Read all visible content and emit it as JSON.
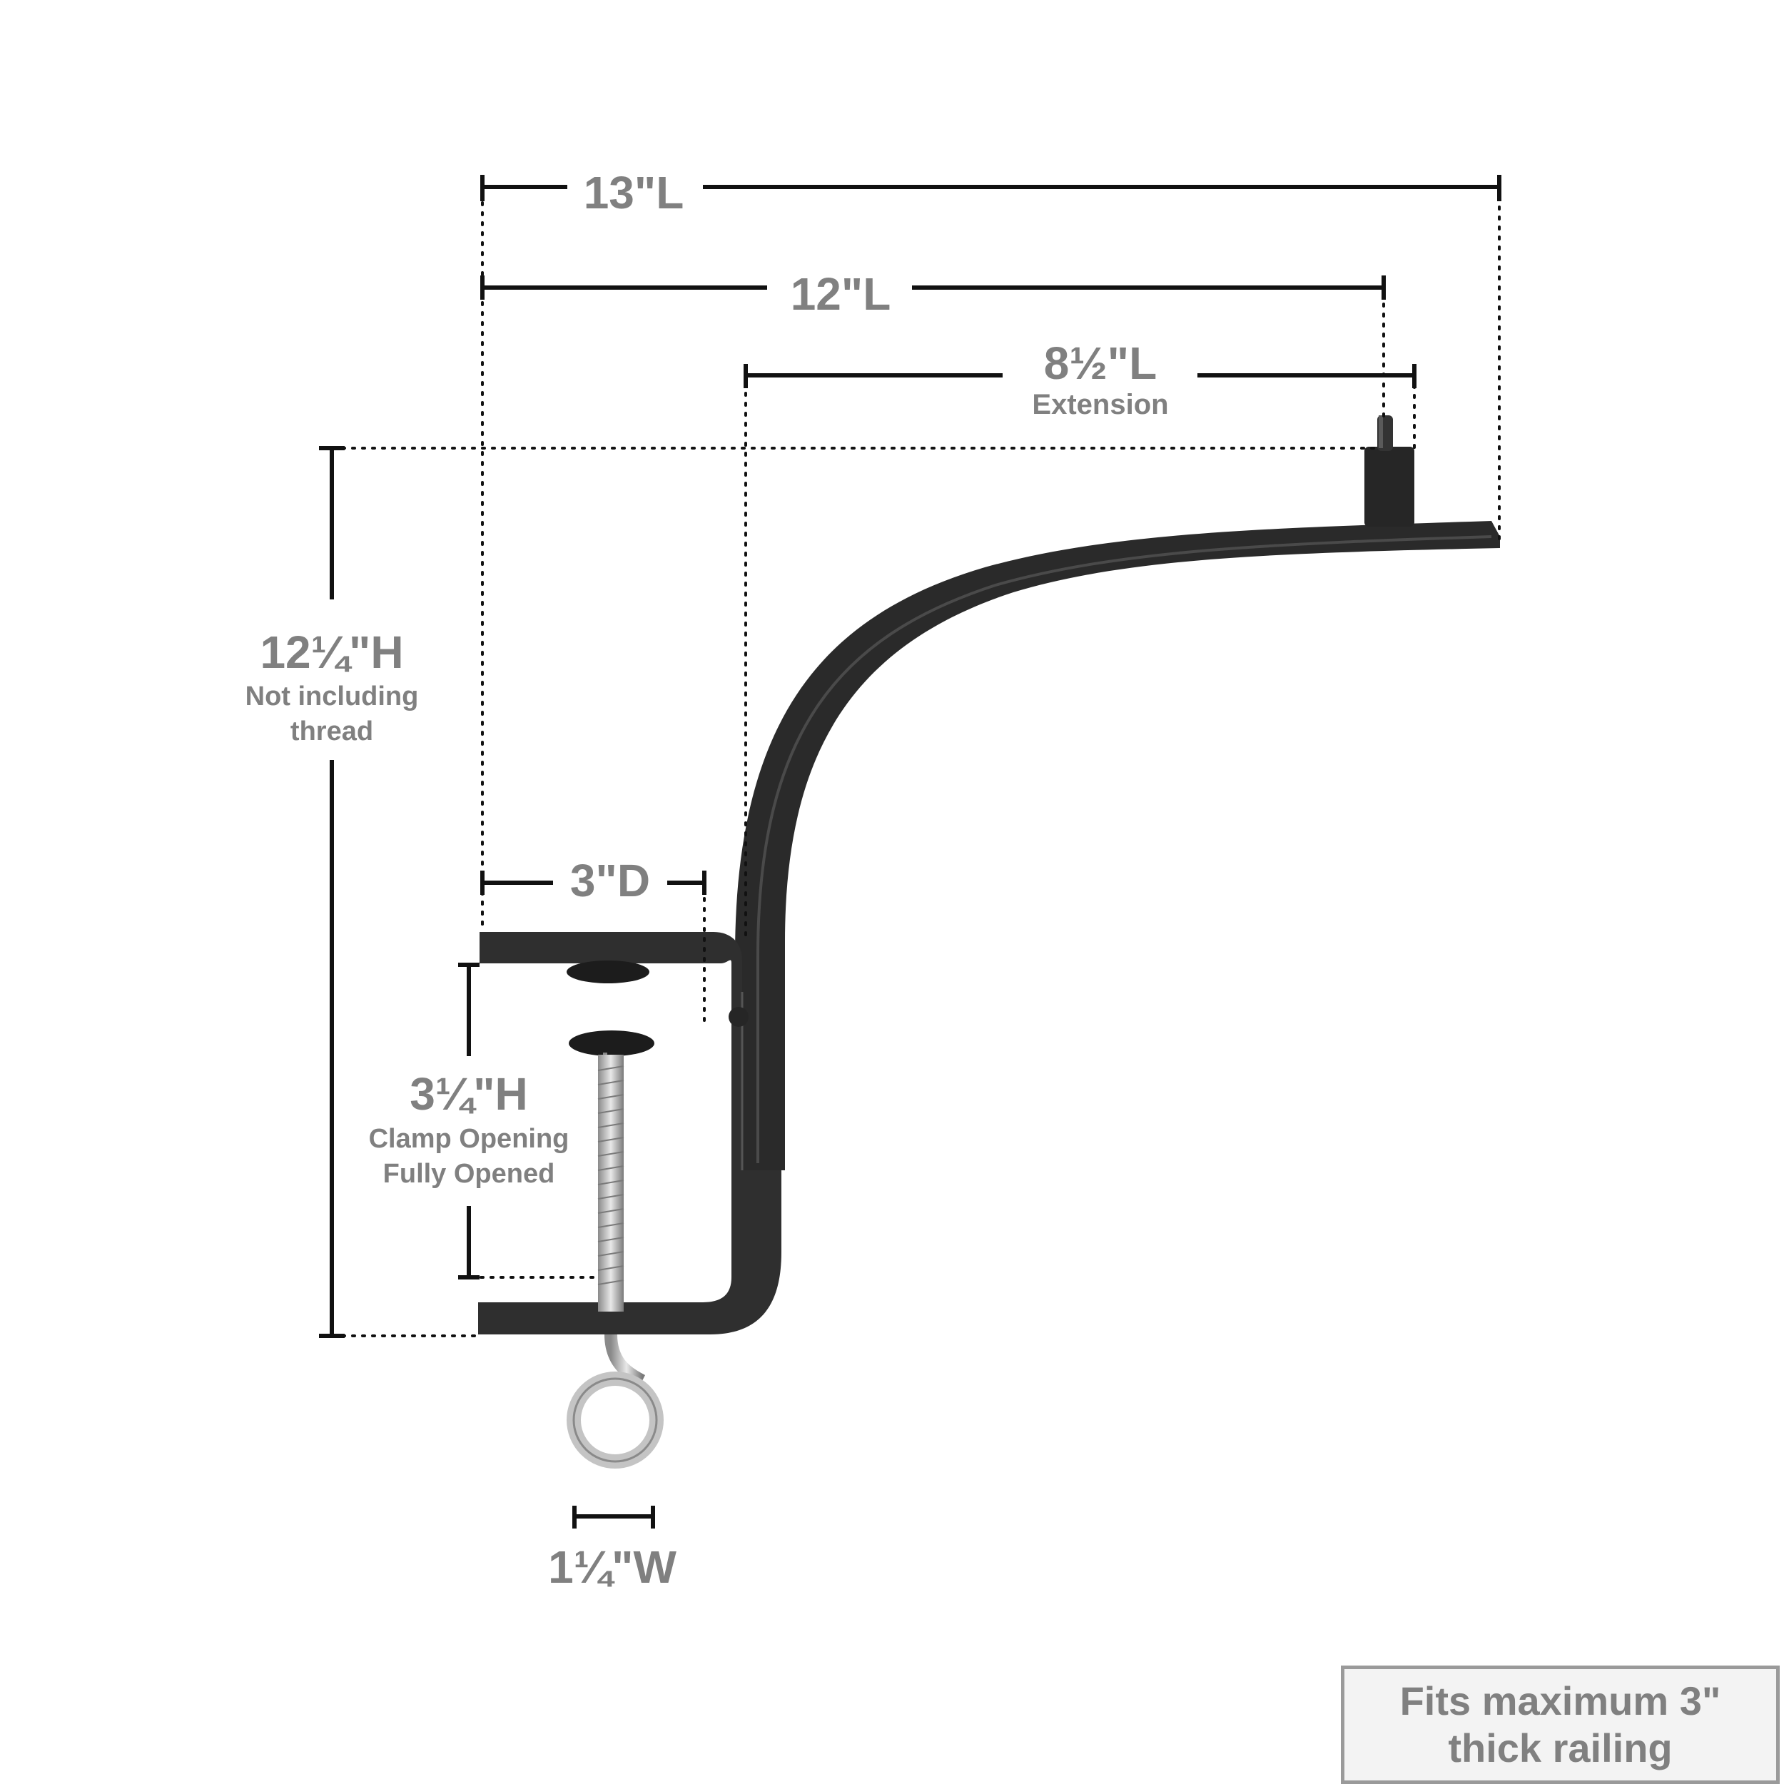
{
  "dimensions": {
    "overall_length": "13\"L",
    "length": "12\"L",
    "extension_length": "8½\"L",
    "extension_caption": "Extension",
    "height": "12¼\"H",
    "height_caption_line1": "Not including",
    "height_caption_line2": "thread",
    "depth": "3\"D",
    "clamp_opening": "3¼\"H",
    "clamp_caption_line1": "Clamp Opening",
    "clamp_caption_line2": "Fully Opened",
    "width": "1¼\"W"
  },
  "note": {
    "line1": "Fits maximum 3\"",
    "line2": "thick railing"
  },
  "colors": {
    "bracket": "#2b2b2b",
    "label_text": "#808080",
    "dimension_line": "#111111",
    "hardware": "#b8b8b8"
  }
}
